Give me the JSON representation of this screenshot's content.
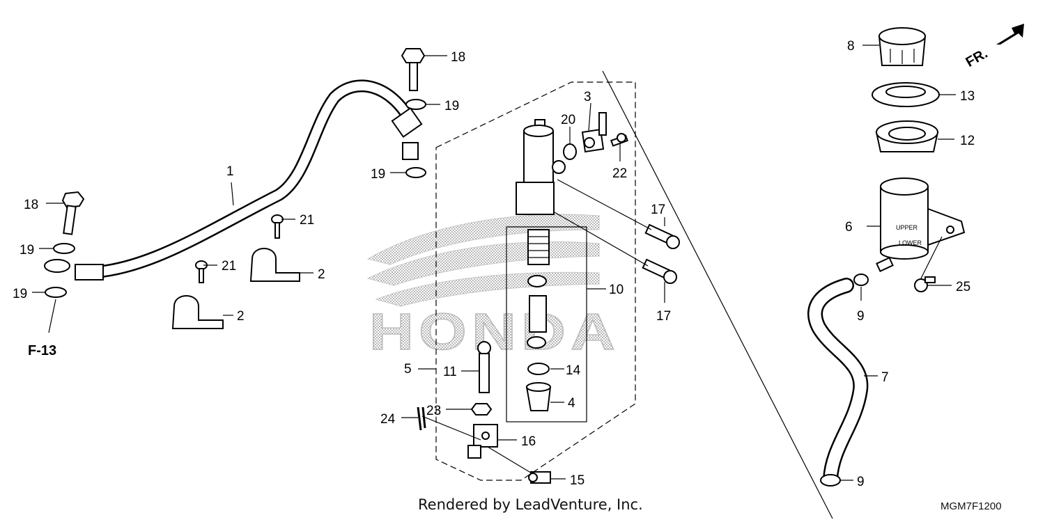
{
  "callouts": {
    "c1": "1",
    "c2a": "2",
    "c2b": "2",
    "c3": "3",
    "c4": "4",
    "c5": "5",
    "c6": "6",
    "c7": "7",
    "c8": "8",
    "c9a": "9",
    "c9b": "9",
    "c10": "10",
    "c11": "11",
    "c12": "12",
    "c13": "13",
    "c14": "14",
    "c15": "15",
    "c16": "16",
    "c17a": "17",
    "c17b": "17",
    "c18a": "18",
    "c18b": "18",
    "c19a": "19",
    "c19b": "19",
    "c19c": "19",
    "c19d": "19",
    "c20": "20",
    "c21a": "21",
    "c21b": "21",
    "c22": "22",
    "c23": "23",
    "c24": "24",
    "c25": "25"
  },
  "reservoir": {
    "upper_label": "UPPER",
    "lower_label": "LOWER"
  },
  "reference": "F-13",
  "direction": "FR.",
  "watermark": "HONDA",
  "footer": "Rendered by LeadVenture, Inc.",
  "diagram_code": "MGM7F1200"
}
